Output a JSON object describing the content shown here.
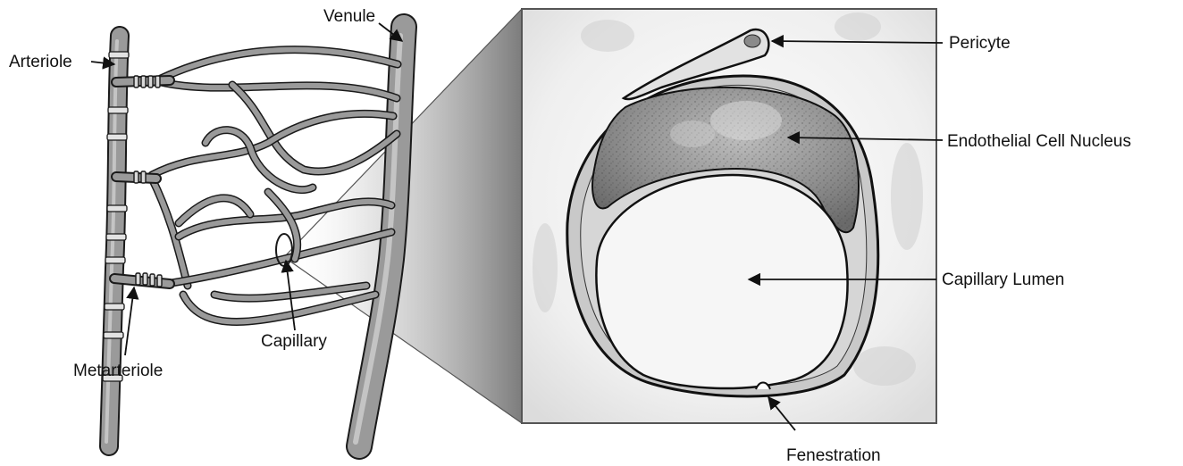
{
  "labels": {
    "venule": "Venule",
    "arteriole": "Arteriole",
    "metarteriole": "Metarteriole",
    "capillary": "Capillary",
    "pericyte": "Pericyte",
    "endothelial_cell_nucleus": "Endothelial Cell Nucleus",
    "capillary_lumen": "Capillary Lumen",
    "fenestration": "Fenestration"
  },
  "colors": {
    "vessel_fill": "#9a9a9a",
    "vessel_stroke": "#1a1a1a",
    "nucleus_fill": "#8c8c8c",
    "lumen_fill": "#f6f6f6",
    "inset_border": "#555555"
  }
}
